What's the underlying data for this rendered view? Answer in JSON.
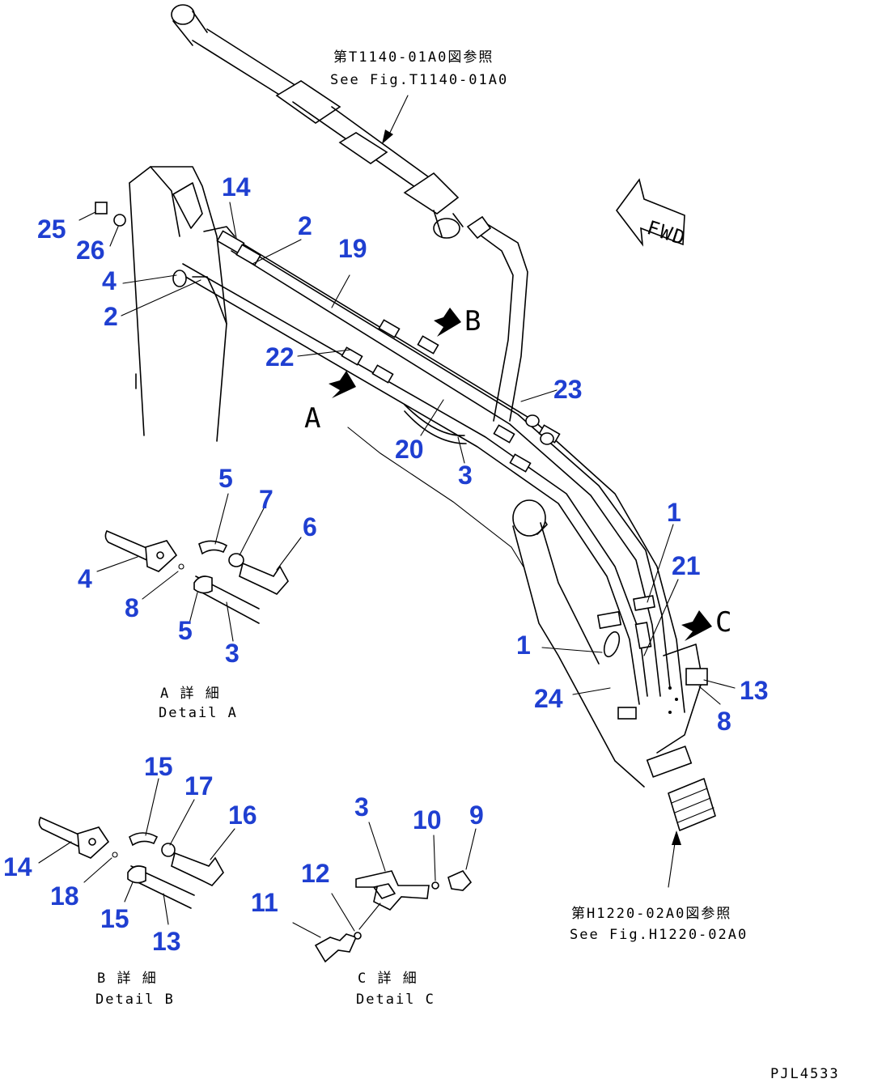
{
  "notes": {
    "ref_top_jp": "第T1140-01A0図参照",
    "ref_top_en": "See Fig.T1140-01A0",
    "ref_bottom_jp": "第H1220-02A0図参照",
    "ref_bottom_en": "See Fig.H1220-02A0",
    "detail_a_jp": "A 詳 細",
    "detail_a_en": "Detail A",
    "detail_b_jp": "B 詳 細",
    "detail_b_en": "Detail B",
    "detail_c_jp": "C 詳 細",
    "detail_c_en": "Detail C",
    "fwd": "FWD",
    "drawing_no": "PJL4533"
  },
  "view_letters": {
    "a": "A",
    "b": "B",
    "c": "C"
  },
  "callouts": {
    "c14_top": "14",
    "c2_top": "2",
    "c25": "25",
    "c26": "26",
    "c19": "19",
    "c4_top": "4",
    "c2_left": "2",
    "c22": "22",
    "c23": "23",
    "c20": "20",
    "c3_main": "3",
    "c1_top": "1",
    "c21": "21",
    "c1_mid": "1",
    "c13_main": "13",
    "c24": "24",
    "c8_main": "8",
    "a5_top": "5",
    "a7": "7",
    "a6": "6",
    "a4": "4",
    "a8": "8",
    "a5_bot": "5",
    "a3": "3",
    "b15_top": "15",
    "b17": "17",
    "b16": "16",
    "b14": "14",
    "b18": "18",
    "b15_bot": "15",
    "b13": "13",
    "c3": "3",
    "c10": "10",
    "c9": "9",
    "c12": "12",
    "c11": "11"
  }
}
